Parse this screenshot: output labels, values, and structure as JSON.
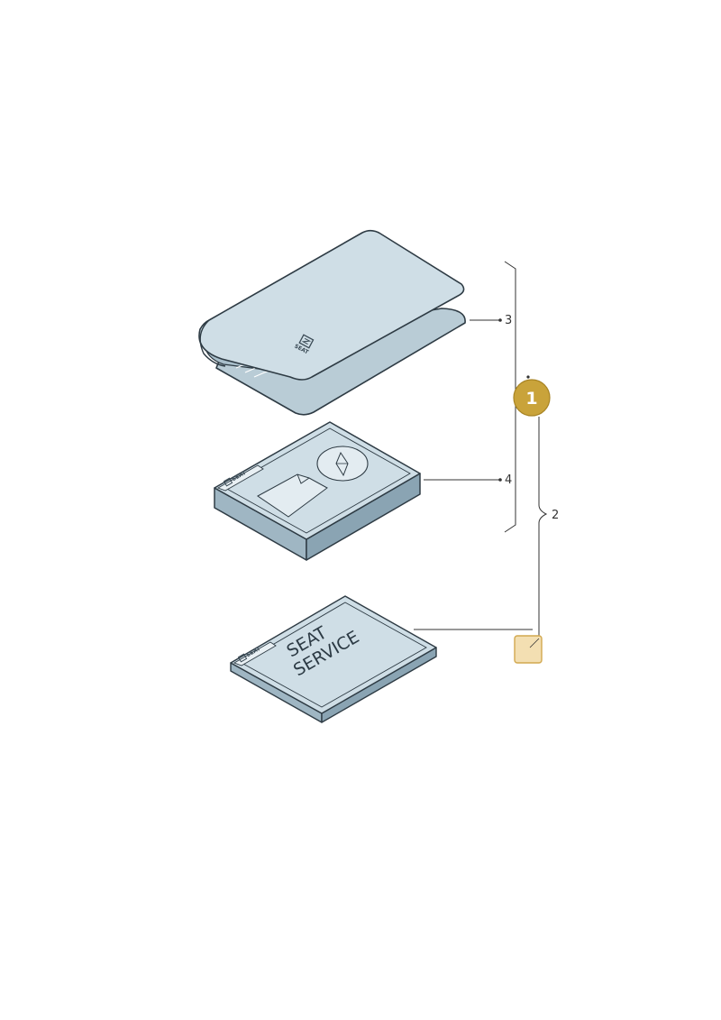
{
  "parts": [
    {
      "ref": "3",
      "item": "wallet"
    },
    {
      "ref": "4",
      "item": "manual-box"
    },
    {
      "ref": "2",
      "item": "service-booklet"
    }
  ],
  "badge": {
    "number": "1"
  },
  "labels": {
    "brand": "SEAT",
    "service_line1": "SEAT",
    "service_line2": "SERVICE"
  },
  "colors": {
    "item_fill": "#cfdee6",
    "item_side": "#9fb6c3",
    "outline": "#2e3b44",
    "badge_gold": "#c9a33a",
    "marker_fill": "#f3dfb2",
    "marker_border": "#d2a84f"
  }
}
